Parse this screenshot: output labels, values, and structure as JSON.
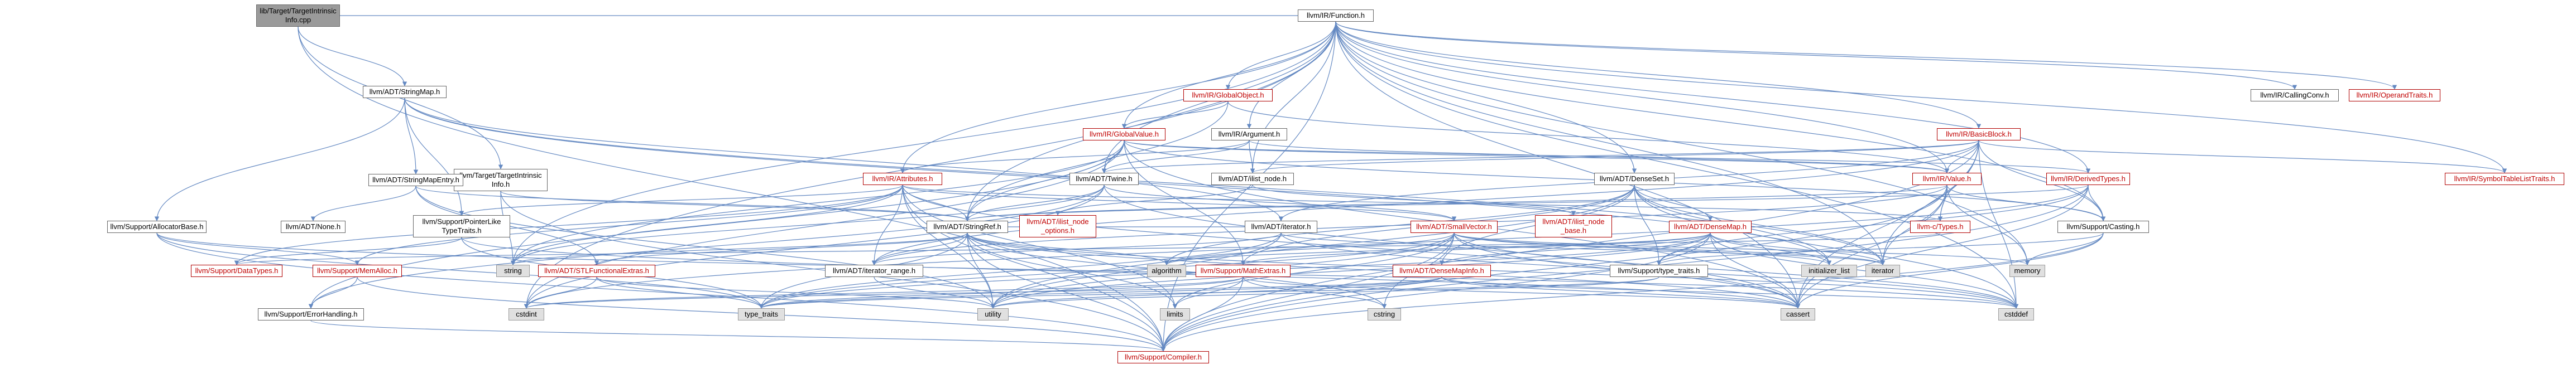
{
  "colors": {
    "edge": "#6489c2",
    "edge_light": "#8fb0e0",
    "node_border": "#666666",
    "missing_border": "#b00000",
    "missing_text": "#c00000",
    "system_fill": "#e0e0e0",
    "root_fill": "#9a9a9a"
  },
  "nodes": {
    "root": {
      "label": "lib/Target/TargetIntrinsic\nInfo.cpp",
      "kind": "root"
    },
    "function": {
      "label": "llvm/IR/Function.h",
      "kind": "normal"
    },
    "stringmap": {
      "label": "llvm/ADT/StringMap.h",
      "kind": "normal"
    },
    "targetintrinsicinfo": {
      "label": "llvm/Target/TargetIntrinsic\nInfo.h",
      "kind": "normal"
    },
    "compiler": {
      "label": "llvm/Support/Compiler.h",
      "kind": "red"
    },
    "globalobject": {
      "label": "llvm/IR/GlobalObject.h",
      "kind": "red"
    },
    "globalvalue": {
      "label": "llvm/IR/GlobalValue.h",
      "kind": "red"
    },
    "argument": {
      "label": "llvm/IR/Argument.h",
      "kind": "normal"
    },
    "basicblock": {
      "label": "llvm/IR/BasicBlock.h",
      "kind": "red"
    },
    "callingconv": {
      "label": "llvm/IR/CallingConv.h",
      "kind": "normal"
    },
    "operandtraits": {
      "label": "llvm/IR/OperandTraits.h",
      "kind": "red"
    },
    "symboltablelisttraits": {
      "label": "llvm/IR/SymbolTableListTraits.h",
      "kind": "red"
    },
    "derivedtypes": {
      "label": "llvm/IR/DerivedTypes.h",
      "kind": "red"
    },
    "value": {
      "label": "llvm/IR/Value.h",
      "kind": "red"
    },
    "attributes": {
      "label": "llvm/IR/Attributes.h",
      "kind": "red"
    },
    "twine": {
      "label": "llvm/ADT/Twine.h",
      "kind": "normal"
    },
    "ilistnode": {
      "label": "llvm/ADT/ilist_node.h",
      "kind": "normal"
    },
    "denseset": {
      "label": "llvm/ADT/DenseSet.h",
      "kind": "normal"
    },
    "stringmapentry": {
      "label": "llvm/ADT/StringMapEntry.h",
      "kind": "normal"
    },
    "allocatorbase": {
      "label": "llvm/Support/AllocatorBase.h",
      "kind": "normal"
    },
    "none": {
      "label": "llvm/ADT/None.h",
      "kind": "normal"
    },
    "pointerliketypetraits": {
      "label": "llvm/Support/PointerLike\nTypeTraits.h",
      "kind": "normal"
    },
    "stringref": {
      "label": "llvm/ADT/StringRef.h",
      "kind": "normal"
    },
    "ilistnodeoptions": {
      "label": "llvm/ADT/ilist_node\n_options.h",
      "kind": "red"
    },
    "ilistnodebase": {
      "label": "llvm/ADT/ilist_node\n_base.h",
      "kind": "red"
    },
    "iterator": {
      "label": "llvm/ADT/iterator.h",
      "kind": "normal"
    },
    "smallvector": {
      "label": "llvm/ADT/SmallVector.h",
      "kind": "red"
    },
    "densemap": {
      "label": "llvm/ADT/DenseMap.h",
      "kind": "red"
    },
    "ctypes": {
      "label": "llvm-c/Types.h",
      "kind": "red"
    },
    "casting": {
      "label": "llvm/Support/Casting.h",
      "kind": "normal"
    },
    "datatypes": {
      "label": "llvm/Support/DataTypes.h",
      "kind": "red"
    },
    "memalloc": {
      "label": "llvm/Support/MemAlloc.h",
      "kind": "red"
    },
    "stlfunctionalextras": {
      "label": "llvm/ADT/STLFunctionalExtras.h",
      "kind": "red"
    },
    "iteratorrange": {
      "label": "llvm/ADT/iterator_range.h",
      "kind": "normal"
    },
    "mathextras": {
      "label": "llvm/Support/MathExtras.h",
      "kind": "red"
    },
    "densemapinfo": {
      "label": "llvm/ADT/DenseMapInfo.h",
      "kind": "red"
    },
    "typetraits": {
      "label": "llvm/Support/type_traits.h",
      "kind": "normal"
    },
    "errorhandling": {
      "label": "llvm/Support/ErrorHandling.h",
      "kind": "normal"
    },
    "string": {
      "label": "string",
      "kind": "gray"
    },
    "algorithm": {
      "label": "algorithm",
      "kind": "gray"
    },
    "cstdint": {
      "label": "cstdint",
      "kind": "gray"
    },
    "std_type_traits": {
      "label": "type_traits",
      "kind": "gray"
    },
    "utility": {
      "label": "utility",
      "kind": "gray"
    },
    "limits": {
      "label": "limits",
      "kind": "gray"
    },
    "cstring": {
      "label": "cstring",
      "kind": "gray"
    },
    "cassert": {
      "label": "cassert",
      "kind": "gray"
    },
    "cstddef": {
      "label": "cstddef",
      "kind": "gray"
    },
    "initializer_list": {
      "label": "initializer_list",
      "kind": "gray"
    },
    "iterator_std": {
      "label": "iterator",
      "kind": "gray"
    },
    "memory": {
      "label": "memory",
      "kind": "gray"
    }
  },
  "edges": [
    [
      "root",
      "function"
    ],
    [
      "root",
      "stringmap"
    ],
    [
      "root",
      "targetintrinsicinfo"
    ],
    [
      "root",
      "compiler"
    ],
    [
      "function",
      "globalobject"
    ],
    [
      "function",
      "globalvalue"
    ],
    [
      "function",
      "argument"
    ],
    [
      "function",
      "basicblock"
    ],
    [
      "function",
      "callingconv"
    ],
    [
      "function",
      "operandtraits"
    ],
    [
      "function",
      "symboltablelisttraits"
    ],
    [
      "function",
      "derivedtypes"
    ],
    [
      "function",
      "value"
    ],
    [
      "function",
      "attributes"
    ],
    [
      "function",
      "twine"
    ],
    [
      "function",
      "ilistnode"
    ],
    [
      "function",
      "denseset"
    ],
    [
      "function",
      "stringref"
    ],
    [
      "function",
      "casting"
    ],
    [
      "function",
      "compiler"
    ],
    [
      "function",
      "cassert"
    ],
    [
      "function",
      "cstddef"
    ],
    [
      "function",
      "cstdint"
    ],
    [
      "function",
      "memory"
    ],
    [
      "function",
      "string"
    ],
    [
      "function",
      "iterator_std"
    ],
    [
      "stringmap",
      "stringmapentry"
    ],
    [
      "stringmap",
      "allocatorbase"
    ],
    [
      "stringmap",
      "pointerliketypetraits"
    ],
    [
      "stringmap",
      "iterator"
    ],
    [
      "stringmap",
      "initializer_list"
    ],
    [
      "stringmap",
      "iterator_std"
    ],
    [
      "targetintrinsicinfo",
      "stringref"
    ],
    [
      "targetintrinsicinfo",
      "compiler"
    ],
    [
      "targetintrinsicinfo",
      "string"
    ],
    [
      "globalobject",
      "globalvalue"
    ],
    [
      "globalobject",
      "stringref"
    ],
    [
      "globalobject",
      "value"
    ],
    [
      "globalvalue",
      "twine"
    ],
    [
      "globalvalue",
      "derivedtypes"
    ],
    [
      "globalvalue",
      "value"
    ],
    [
      "globalvalue",
      "casting"
    ],
    [
      "globalvalue",
      "errorhandling"
    ],
    [
      "globalvalue",
      "mathextras"
    ],
    [
      "globalvalue",
      "stringref"
    ],
    [
      "globalvalue",
      "cassert"
    ],
    [
      "globalvalue",
      "cstdint"
    ],
    [
      "globalvalue",
      "string"
    ],
    [
      "argument",
      "twine"
    ],
    [
      "argument",
      "value"
    ],
    [
      "argument",
      "ilistnode"
    ],
    [
      "argument",
      "attributes"
    ],
    [
      "basicblock",
      "twine"
    ],
    [
      "basicblock",
      "ilistnode"
    ],
    [
      "basicblock",
      "iterator"
    ],
    [
      "basicblock",
      "iteratorrange"
    ],
    [
      "basicblock",
      "symboltablelisttraits"
    ],
    [
      "basicblock",
      "value"
    ],
    [
      "basicblock",
      "ctypes"
    ],
    [
      "basicblock",
      "casting"
    ],
    [
      "basicblock",
      "compiler"
    ],
    [
      "basicblock",
      "cassert"
    ],
    [
      "basicblock",
      "cstddef"
    ],
    [
      "basicblock",
      "iterator_std"
    ],
    [
      "derivedtypes",
      "stringref"
    ],
    [
      "derivedtypes",
      "casting"
    ],
    [
      "derivedtypes",
      "compiler"
    ],
    [
      "derivedtypes",
      "typetraits"
    ],
    [
      "derivedtypes",
      "cassert"
    ],
    [
      "derivedtypes",
      "cstdint"
    ],
    [
      "value",
      "iteratorrange"
    ],
    [
      "value",
      "stringref"
    ],
    [
      "value",
      "ctypes"
    ],
    [
      "value",
      "casting"
    ],
    [
      "value",
      "compiler"
    ],
    [
      "value",
      "cassert"
    ],
    [
      "value",
      "iterator_std"
    ],
    [
      "value",
      "memory"
    ],
    [
      "attributes",
      "stringref"
    ],
    [
      "attributes",
      "smallvector"
    ],
    [
      "attributes",
      "pointerliketypetraits"
    ],
    [
      "attributes",
      "iteratorrange"
    ],
    [
      "attributes",
      "compiler"
    ],
    [
      "attributes",
      "ctypes"
    ],
    [
      "attributes",
      "datatypes"
    ],
    [
      "attributes",
      "cassert"
    ],
    [
      "attributes",
      "memalloc"
    ],
    [
      "attributes",
      "utility"
    ],
    [
      "attributes",
      "string"
    ],
    [
      "attributes",
      "limits"
    ],
    [
      "twine",
      "smallvector"
    ],
    [
      "twine",
      "stringref"
    ],
    [
      "twine",
      "errorhandling"
    ],
    [
      "twine",
      "cassert"
    ],
    [
      "twine",
      "cstdint"
    ],
    [
      "twine",
      "string"
    ],
    [
      "ilistnode",
      "ilistnodeoptions"
    ],
    [
      "ilistnode",
      "ilistnodebase"
    ],
    [
      "denseset",
      "densemap"
    ],
    [
      "denseset",
      "densemapinfo"
    ],
    [
      "denseset",
      "mathextras"
    ],
    [
      "denseset",
      "typetraits"
    ],
    [
      "denseset",
      "algorithm"
    ],
    [
      "denseset",
      "cstddef"
    ],
    [
      "denseset",
      "initializer_list"
    ],
    [
      "denseset",
      "iterator_std"
    ],
    [
      "denseset",
      "utility"
    ],
    [
      "stringmapentry",
      "stringref"
    ],
    [
      "stringmapentry",
      "none"
    ],
    [
      "stringmapentry",
      "stlfunctionalextras"
    ],
    [
      "stringmapentry",
      "utility"
    ],
    [
      "allocatorbase",
      "compiler"
    ],
    [
      "allocatorbase",
      "memalloc"
    ],
    [
      "allocatorbase",
      "std_type_traits"
    ],
    [
      "allocatorbase",
      "cstddef"
    ],
    [
      "pointerliketypetraits",
      "datatypes"
    ],
    [
      "pointerliketypetraits",
      "cassert"
    ],
    [
      "pointerliketypetraits",
      "std_type_traits"
    ],
    [
      "stringref",
      "stlfunctionalextras"
    ],
    [
      "stringref",
      "iterator"
    ],
    [
      "stringref",
      "compiler"
    ],
    [
      "stringref",
      "algorithm"
    ],
    [
      "stringref",
      "cassert"
    ],
    [
      "stringref",
      "cstddef"
    ],
    [
      "stringref",
      "cstring"
    ],
    [
      "stringref",
      "limits"
    ],
    [
      "stringref",
      "string"
    ],
    [
      "stringref",
      "std_type_traits"
    ],
    [
      "stringref",
      "utility"
    ],
    [
      "stringref",
      "iteratorrange"
    ],
    [
      "iterator",
      "iteratorrange"
    ],
    [
      "iterator",
      "cstddef"
    ],
    [
      "iterator",
      "iterator_std"
    ],
    [
      "iterator",
      "std_type_traits"
    ],
    [
      "iterator",
      "utility"
    ],
    [
      "smallvector",
      "compiler"
    ],
    [
      "smallvector",
      "std_type_traits"
    ],
    [
      "smallvector",
      "algorithm"
    ],
    [
      "smallvector",
      "cassert"
    ],
    [
      "smallvector",
      "cstddef"
    ],
    [
      "smallvector",
      "cstdlib"
    ],
    [
      "smallvector",
      "cstring"
    ],
    [
      "smallvector",
      "functional"
    ],
    [
      "smallvector",
      "initializer_list"
    ],
    [
      "smallvector",
      "iterator_std"
    ],
    [
      "smallvector",
      "limits"
    ],
    [
      "smallvector",
      "memory"
    ],
    [
      "smallvector",
      "utility"
    ],
    [
      "densemap",
      "densemapinfo"
    ],
    [
      "densemap",
      "mathextras"
    ],
    [
      "densemap",
      "compiler"
    ],
    [
      "densemap",
      "typetraits"
    ],
    [
      "densemap",
      "algorithm"
    ],
    [
      "densemap",
      "cassert"
    ],
    [
      "densemap",
      "cstddef"
    ],
    [
      "densemap",
      "initializer_list"
    ],
    [
      "densemap",
      "iterator_std"
    ],
    [
      "densemap",
      "new"
    ],
    [
      "densemap",
      "std_type_traits"
    ],
    [
      "densemap",
      "utility"
    ],
    [
      "casting",
      "compiler"
    ],
    [
      "casting",
      "typetraits"
    ],
    [
      "casting",
      "cassert"
    ],
    [
      "casting",
      "memory"
    ],
    [
      "casting",
      "optional"
    ],
    [
      "memalloc",
      "compiler"
    ],
    [
      "memalloc",
      "errorhandling"
    ],
    [
      "memalloc",
      "cstdlib"
    ],
    [
      "stlfunctionalextras",
      "std_type_traits"
    ],
    [
      "stlfunctionalextras",
      "cstdint"
    ],
    [
      "stlfunctionalextras",
      "utility"
    ],
    [
      "iteratorrange",
      "utility"
    ],
    [
      "mathextras",
      "compiler"
    ],
    [
      "mathextras",
      "cassert"
    ],
    [
      "mathextras",
      "climits"
    ],
    [
      "mathextras",
      "cstdint"
    ],
    [
      "mathextras",
      "cstring"
    ],
    [
      "mathextras",
      "limits"
    ],
    [
      "mathextras",
      "std_type_traits"
    ],
    [
      "densemapinfo",
      "cassert"
    ],
    [
      "densemapinfo",
      "cstddef"
    ],
    [
      "densemapinfo",
      "cstdint"
    ],
    [
      "densemapinfo",
      "tuple"
    ],
    [
      "densemapinfo",
      "std_type_traits"
    ],
    [
      "densemapinfo",
      "utility"
    ],
    [
      "typetraits",
      "std_type_traits"
    ],
    [
      "typetraits",
      "utility"
    ],
    [
      "errorhandling",
      "compiler"
    ],
    [
      "ctypes",
      "datatypes"
    ]
  ]
}
